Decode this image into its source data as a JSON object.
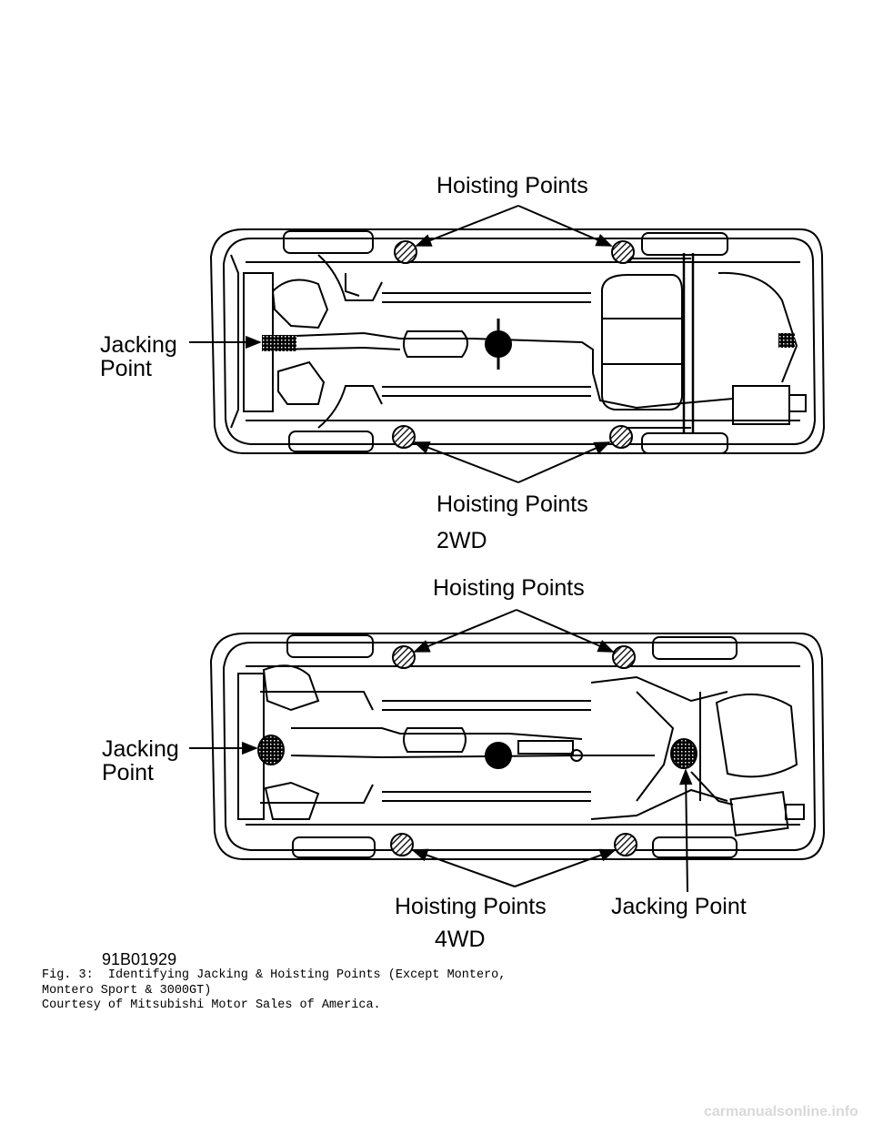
{
  "diagram": {
    "top": {
      "hoisting_label_top": "Hoisting Points",
      "hoisting_label_bottom": "Hoisting Points",
      "jacking_label_line1": "Jacking",
      "jacking_label_line2": "Point",
      "drive_label": "2WD"
    },
    "bottom": {
      "hoisting_label_top": "Hoisting Points",
      "hoisting_label_bottom": "Hoisting Points",
      "jacking_label_line1": "Jacking",
      "jacking_label_line2": "Point",
      "jacking_point_label": "Jacking Point",
      "drive_label": "4WD"
    },
    "figure_code": "91B01929"
  },
  "caption": {
    "line1": "Fig. 3:  Identifying Jacking & Hoisting Points (Except Montero,",
    "line2": "Montero Sport & 3000GT)",
    "line3": "Courtesy of Mitsubishi Motor Sales of America."
  },
  "watermark": "carmanualsonline.info"
}
